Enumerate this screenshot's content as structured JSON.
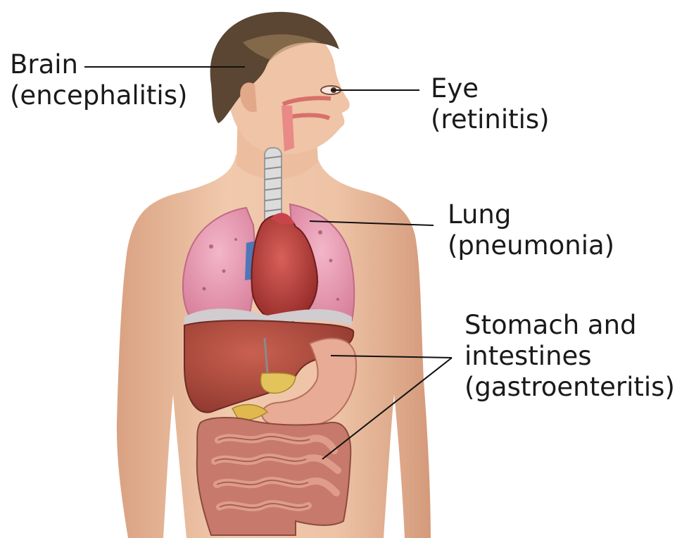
{
  "labels": {
    "brain": {
      "organ": "Brain",
      "condition": "(encephalitis)"
    },
    "eye": {
      "organ": "Eye",
      "condition": "(retinitis)"
    },
    "lung": {
      "organ": "Lung",
      "condition": "(pneumonia)"
    },
    "gut": {
      "line1": "Stomach and",
      "line2": "intestines",
      "condition": "(gastroenteritis)"
    }
  },
  "colors": {
    "skin": "#eec3a6",
    "hair": "#5a4632",
    "lung": "#e79ab1",
    "heart": "#b73a37",
    "liver": "#a9463d",
    "stomach": "#e8ab95",
    "intestine": "#c77a6b",
    "trachea": "#dcdcdc",
    "vessel_blue": "#4f77b7",
    "leader_line": "#111111"
  }
}
